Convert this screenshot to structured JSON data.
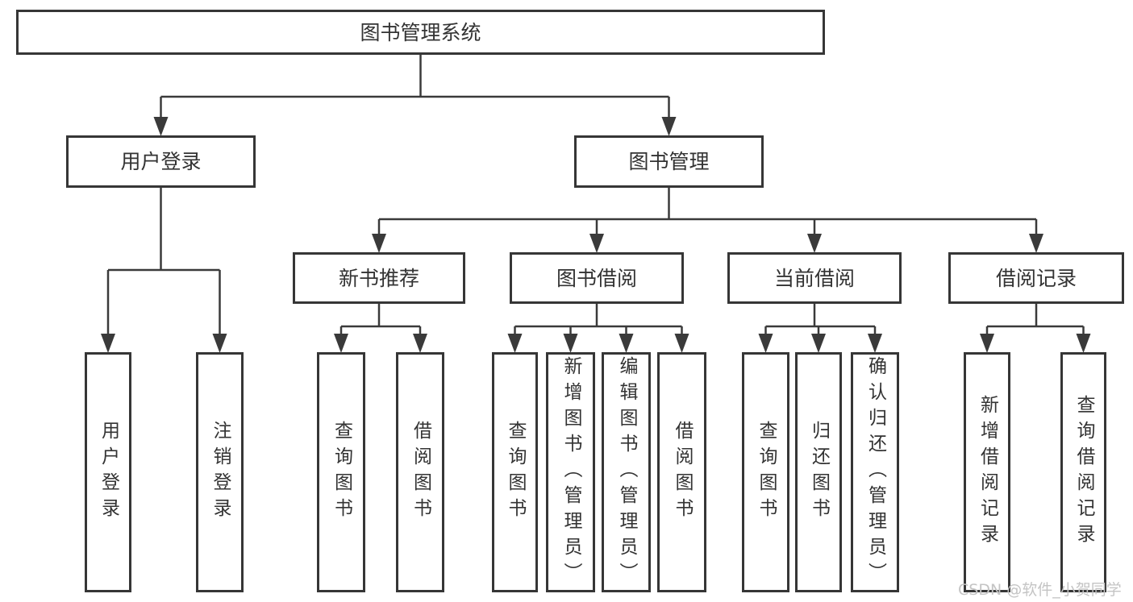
{
  "diagram": {
    "title": "图书管理系统",
    "type": "functional-structure-hierarchy",
    "nodes": [
      {
        "id": "root",
        "label": "图书管理系统",
        "parent": null,
        "level": 1
      },
      {
        "id": "user-login",
        "label": "用户登录",
        "parent": "root",
        "level": 2
      },
      {
        "id": "book-mgmt",
        "label": "图书管理",
        "parent": "root",
        "level": 2
      },
      {
        "id": "new-book-rec",
        "label": "新书推荐",
        "parent": "book-mgmt",
        "level": 3
      },
      {
        "id": "book-borrow",
        "label": "图书借阅",
        "parent": "book-mgmt",
        "level": 3
      },
      {
        "id": "current-borrow",
        "label": "当前借阅",
        "parent": "book-mgmt",
        "level": 3
      },
      {
        "id": "borrow-record",
        "label": "借阅记录",
        "parent": "book-mgmt",
        "level": 3
      },
      {
        "id": "leaf-user-login",
        "label": "用户登录",
        "parent": "user-login",
        "level": 4
      },
      {
        "id": "leaf-logout",
        "label": "注销登录",
        "parent": "user-login",
        "level": 4
      },
      {
        "id": "leaf-query-book-1",
        "label": "查询图书",
        "parent": "new-book-rec",
        "level": 4
      },
      {
        "id": "leaf-borrow-book-1",
        "label": "借阅图书",
        "parent": "new-book-rec",
        "level": 4
      },
      {
        "id": "leaf-query-book-2",
        "label": "查询图书",
        "parent": "book-borrow",
        "level": 4
      },
      {
        "id": "leaf-add-book",
        "label": "新增图书（管理员）",
        "parent": "book-borrow",
        "level": 4
      },
      {
        "id": "leaf-edit-book",
        "label": "编辑图书（管理员）",
        "parent": "book-borrow",
        "level": 4
      },
      {
        "id": "leaf-borrow-book-2",
        "label": "借阅图书",
        "parent": "book-borrow",
        "level": 4
      },
      {
        "id": "leaf-query-book-3",
        "label": "查询图书",
        "parent": "current-borrow",
        "level": 4
      },
      {
        "id": "leaf-return-book",
        "label": "归还图书",
        "parent": "current-borrow",
        "level": 4
      },
      {
        "id": "leaf-confirm-return",
        "label": "确认归还（管理员）",
        "parent": "current-borrow",
        "level": 4
      },
      {
        "id": "leaf-add-borrow-record",
        "label": "新增借阅记录",
        "parent": "borrow-record",
        "level": 4
      },
      {
        "id": "leaf-query-borrow-record",
        "label": "查询借阅记录",
        "parent": "borrow-record",
        "level": 4
      }
    ]
  },
  "watermark": {
    "text": "CSDN @软件_小贺同学"
  },
  "colors": {
    "line": "#3a3a3a",
    "box_border": "#363636",
    "box_background": "#ffffff",
    "label_text": "#333333",
    "watermark_text": "#c4c4c4",
    "page_background": "#ffffff"
  }
}
